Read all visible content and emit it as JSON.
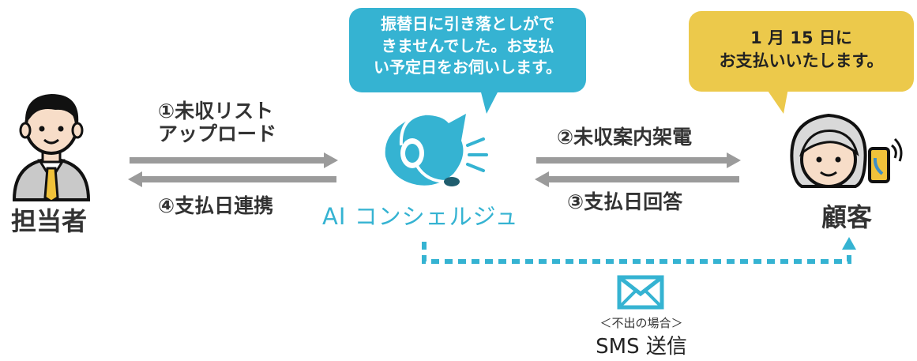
{
  "staff": {
    "label": "担当者"
  },
  "customer": {
    "label": "顧客"
  },
  "ai": {
    "label": "AI コンシェルジュ",
    "bubble": [
      "振替日に引き落としがで",
      "きませんでした。お支払",
      "い予定日をお伺いします。"
    ]
  },
  "customer_bubble": [
    "1 月 15 日に",
    "お支払いいたします。"
  ],
  "flows": {
    "step1": [
      "①未収リスト",
      "アップロード"
    ],
    "step2": "②未収案内架電",
    "step3": "③支払日回答",
    "step4": "④支払日連携"
  },
  "sms": {
    "note": "＜不出の場合＞",
    "label": "SMS 送信"
  },
  "colors": {
    "ai_blue": "#35b3d2",
    "bubble_yellow": "#ecc94b",
    "arrow_gray": "#9b9b9b",
    "person_blue": "#3e8ec4"
  }
}
